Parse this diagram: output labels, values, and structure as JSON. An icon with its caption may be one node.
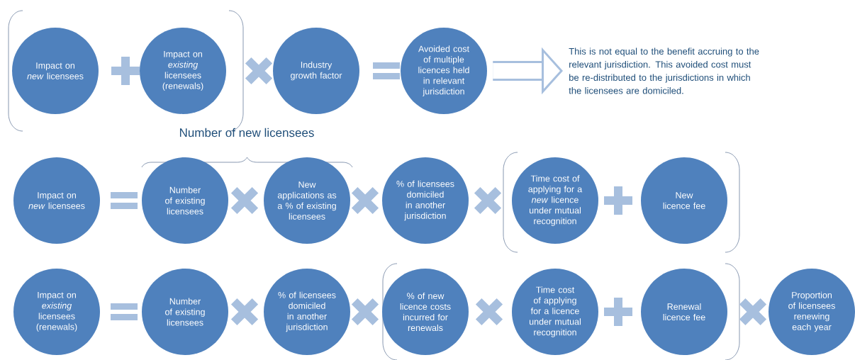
{
  "diagram": {
    "nodes": [
      {
        "text": [
          "Impact on *new* licensees"
        ]
      },
      {
        "text": [
          "Impact on *existing* licensees (renewals)"
        ]
      },
      {
        "text": [
          "Industry growth factor"
        ]
      },
      {
        "text": [
          "Avoided cost of multiple licences held in relevant jurisdiction"
        ]
      },
      {
        "text": [
          "This is not equal to the benefit accruing to the relevant jurisdiction. This avoided cost must be re-distributed to the jurisdictions in which the licensees are domiciled."
        ]
      },
      {
        "text": [
          "Impact on *new* licensees"
        ]
      },
      {
        "text": [
          "Number of existing licensees"
        ]
      },
      {
        "text": [
          "New applications as a % of existing licensees"
        ]
      },
      {
        "text": [
          "% of licensees domiciled in another jurisdiction"
        ]
      },
      {
        "text": [
          "Time cost of applying for a *new* licence under mutual recognition"
        ]
      },
      {
        "text": [
          "New licence fee"
        ]
      },
      {
        "text": [
          "Impact on *existing* licensees (renewals)"
        ]
      },
      {
        "text": [
          "Number of existing licensees"
        ]
      },
      {
        "text": [
          "% of licensees domiciled in another jurisdiction"
        ]
      },
      {
        "text": [
          "% of new licence costs incurred for renewals"
        ]
      },
      {
        "text": [
          "Time cost of applying for a licence under mutual recognition"
        ]
      },
      {
        "text": [
          "Renewal licence fee"
        ]
      },
      {
        "text": [
          "Proportion of licensees renewing each year"
        ]
      }
    ],
    "edges": [
      {
        "from": 3,
        "to": 4,
        "arrow": "to"
      }
    ],
    "labels": [
      "Number of new licensees"
    ]
  }
}
